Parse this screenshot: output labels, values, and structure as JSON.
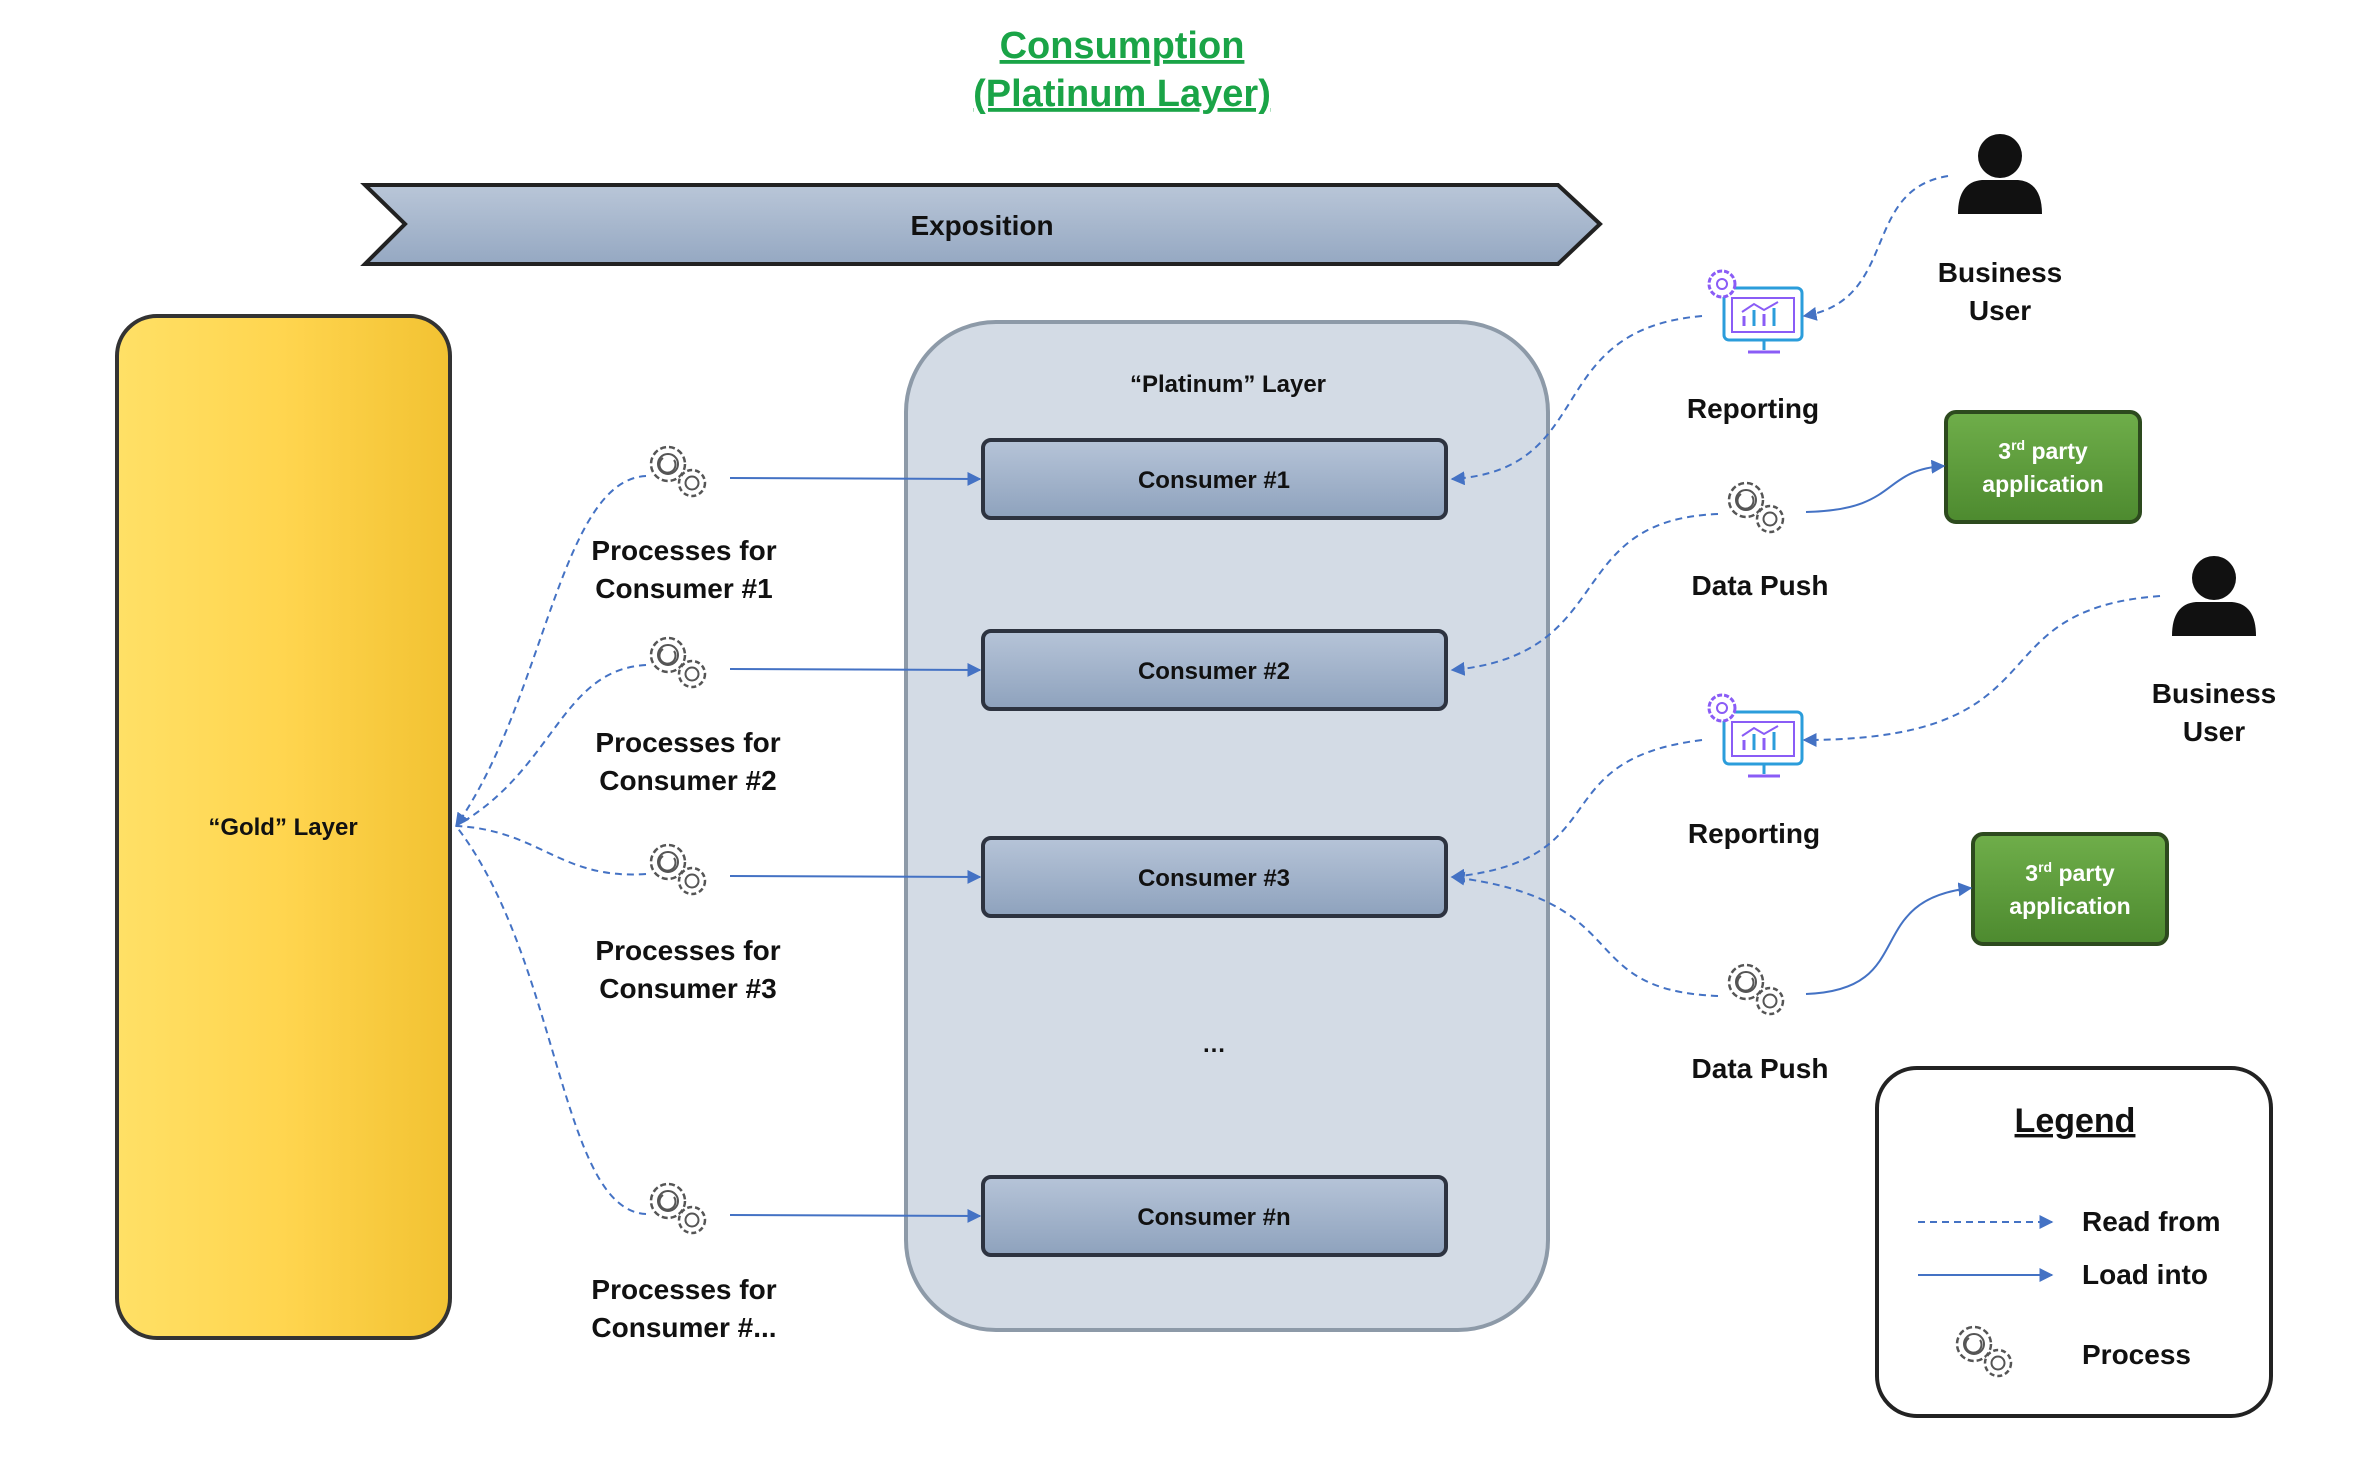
{
  "title": {
    "line1": "Consumption",
    "line2": "(Platinum Layer)",
    "color": "#1aa447"
  },
  "exposition": {
    "label": "Exposition"
  },
  "gold_layer": {
    "label": "“Gold” Layer",
    "color": "#ffd54f"
  },
  "platinum_layer": {
    "label": "“Platinum” Layer",
    "color": "#d3dbe5",
    "consumers": [
      "Consumer #1",
      "Consumer #2",
      "Consumer #3",
      "…",
      "Consumer #n"
    ]
  },
  "processes": [
    {
      "line1": "Processes for",
      "line2": "Consumer #1"
    },
    {
      "line1": "Processes for",
      "line2": "Consumer #2"
    },
    {
      "line1": "Processes for",
      "line2": "Consumer #3"
    },
    {
      "line1": "Processes for",
      "line2": "Consumer #..."
    }
  ],
  "right_side": {
    "business_user_1": {
      "line1": "Business",
      "line2": "User",
      "icon": "user-icon"
    },
    "business_user_2": {
      "line1": "Business",
      "line2": "User",
      "icon": "user-icon"
    },
    "reporting_1": {
      "label": "Reporting",
      "icon": "reporting-monitor-icon"
    },
    "reporting_2": {
      "label": "Reporting",
      "icon": "reporting-monitor-icon"
    },
    "data_push_1": {
      "label": "Data Push",
      "icon": "gears-icon"
    },
    "data_push_2": {
      "label": "Data Push",
      "icon": "gears-icon"
    },
    "third_party_1": {
      "line1": "3",
      "sup": "rd",
      "line1_rest": " party",
      "line2": "application",
      "color": "#5a9a3a"
    },
    "third_party_2": {
      "line1": "3",
      "sup": "rd",
      "line1_rest": " party",
      "line2": "application",
      "color": "#5a9a3a"
    }
  },
  "legend": {
    "title": "Legend",
    "items": [
      {
        "label": "Read from",
        "style": "dashed-arrow"
      },
      {
        "label": "Load into",
        "style": "solid-arrow"
      },
      {
        "label": "Process",
        "style": "gears-icon"
      }
    ]
  },
  "colors": {
    "arrow": "#4472c4",
    "consumer_box": "#9fb1c9",
    "exposition_arrow": "#a9b8cc"
  }
}
